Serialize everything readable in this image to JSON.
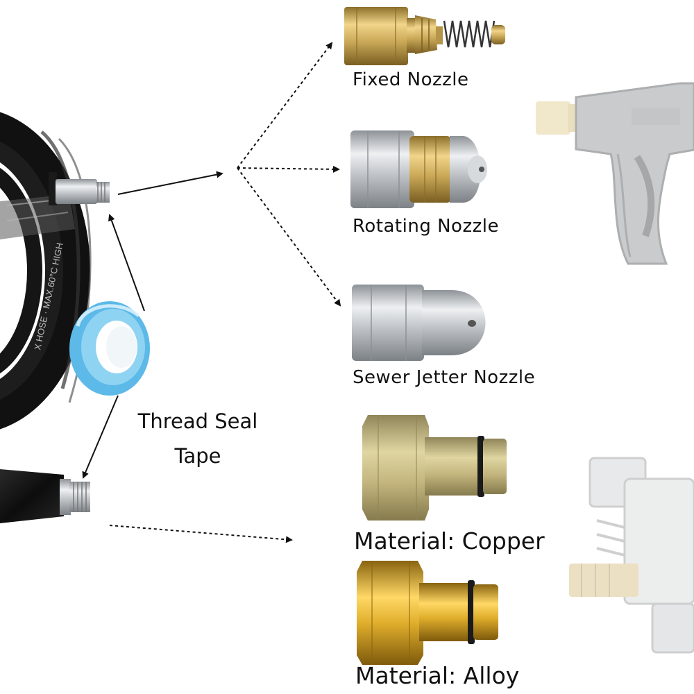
{
  "labels": {
    "fixed_nozzle": "Fixed Nozzle",
    "rotating_nozzle": "Rotating Nozzle",
    "sewer_jetter_nozzle": "Sewer Jetter Nozzle",
    "thread_seal_tape": [
      "Thread Seal",
      "Tape"
    ],
    "material_copper": "Material: Copper",
    "material_alloy": "Material: Alloy"
  },
  "hose_print": "X HOSE · MAX.60°C HIGH",
  "colors": {
    "hose": "#1b1b1b",
    "brass": "#c9a857",
    "steel": "#bfc3c7",
    "tape_blue": "#6fc6ee",
    "arrow": "#111111"
  }
}
